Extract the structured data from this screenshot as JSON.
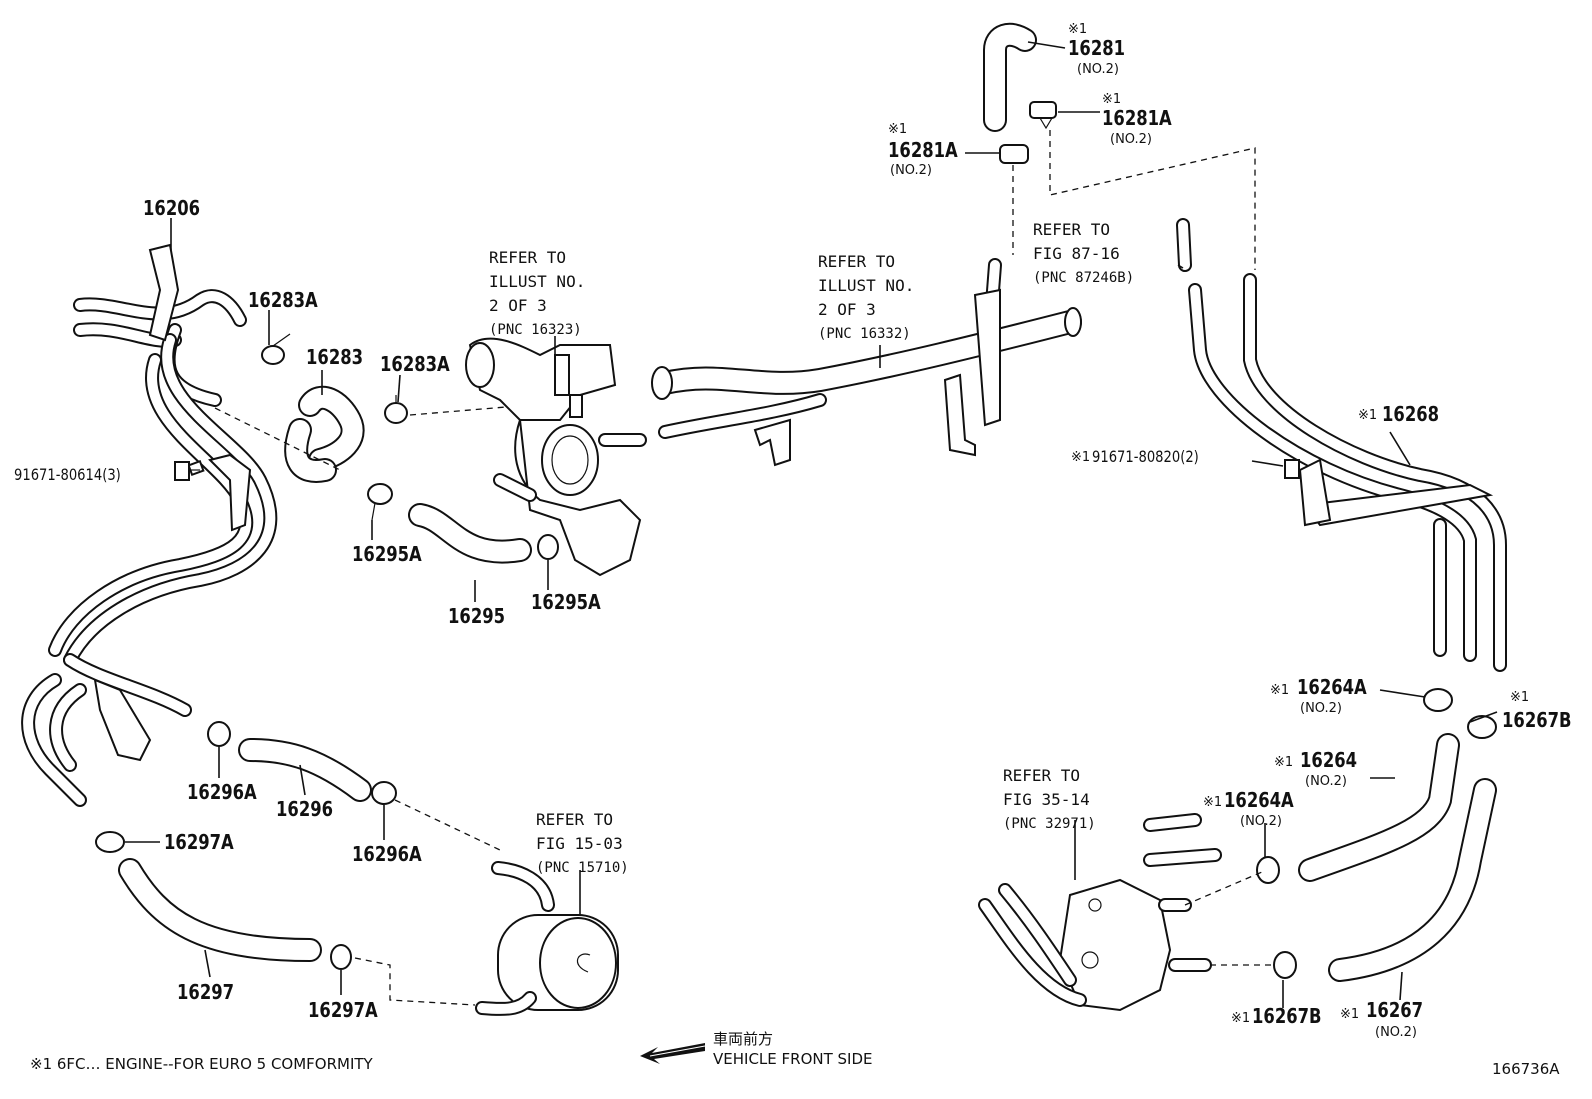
{
  "diagram_id": "166736A",
  "callout_mark": "※1",
  "parts": {
    "p16206": "16206",
    "p16283A_a": "16283A",
    "p16283": "16283",
    "p16283A_b": "16283A",
    "p91671_80614": "91671-80614(3)",
    "p16295A_a": "16295A",
    "p16295A_b": "16295A",
    "p16295": "16295",
    "p16296A_a": "16296A",
    "p16296": "16296",
    "p16296A_b": "16296A",
    "p16297A_a": "16297A",
    "p16297": "16297",
    "p16297A_b": "16297A",
    "p16281": "16281",
    "p16281_sub": "(NO.2)",
    "p16281A_r": "16281A",
    "p16281A_r_sub": "(NO.2)",
    "p16281A_l": "16281A",
    "p16281A_l_sub": "(NO.2)",
    "p16268": "16268",
    "p91671_80820": "91671-80820(2)",
    "p16264A_a": "16264A",
    "p16264A_a_sub": "(NO.2)",
    "p16267B_a": "16267B",
    "p16264": "16264",
    "p16264_sub": "(NO.2)",
    "p16264A_b": "16264A",
    "p16264A_b_sub": "(NO.2)",
    "p16267B_b": "16267B",
    "p16267": "16267",
    "p16267_sub": "(NO.2)"
  },
  "refs": {
    "r16323": [
      "REFER TO",
      "ILLUST NO.",
      "2 OF 3",
      "(PNC 16323)"
    ],
    "r16332": [
      "REFER TO",
      "ILLUST NO.",
      "2 OF 3",
      "(PNC 16332)"
    ],
    "r87246B": [
      "REFER TO",
      "FIG 87-16",
      "(PNC 87246B)"
    ],
    "r32971": [
      "REFER TO",
      "FIG 35-14",
      "(PNC 32971)"
    ],
    "r15710": [
      "REFER TO",
      "FIG 15-03",
      "(PNC 15710)"
    ]
  },
  "footer": {
    "note": "※1 6FC… ENGINE--FOR EURO 5 COMFORMITY",
    "direction_jp": "車両前方",
    "direction_en": "VEHICLE FRONT SIDE"
  }
}
